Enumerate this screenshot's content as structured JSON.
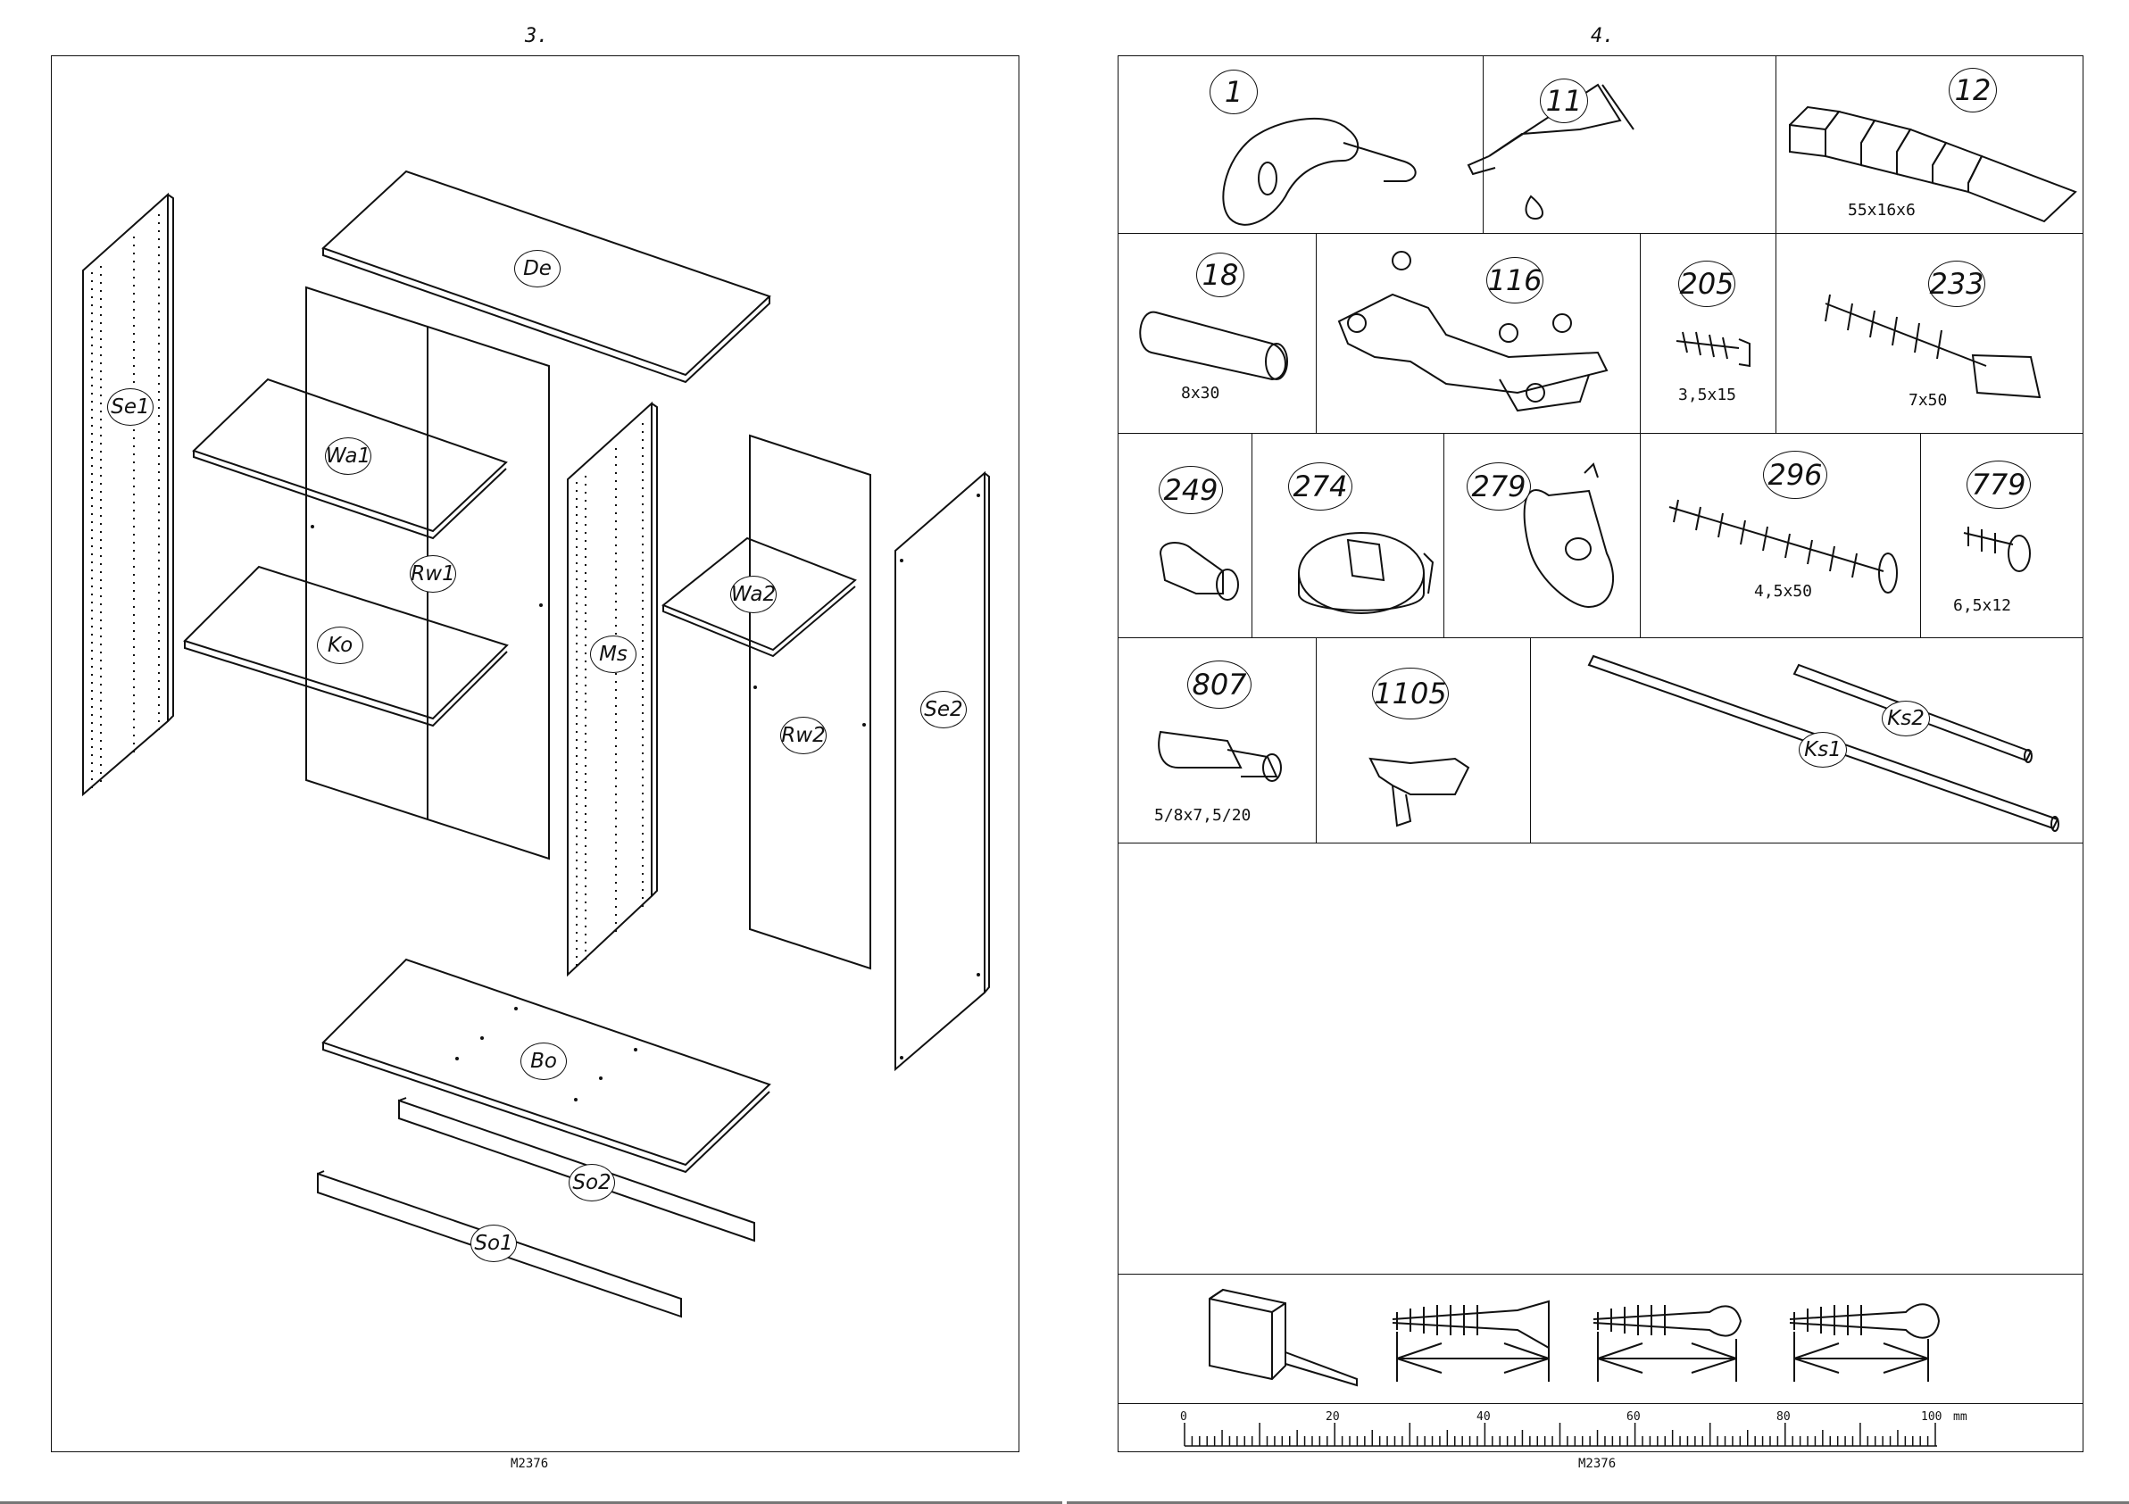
{
  "left_page": {
    "number": "3.",
    "code": "M2376",
    "parts": [
      "De",
      "Se1",
      "Wa1",
      "Rw1",
      "Ko",
      "Ms",
      "Wa2",
      "Rw2",
      "Se2",
      "Bo",
      "So2",
      "So1"
    ]
  },
  "right_page": {
    "number": "4.",
    "code": "M2376",
    "hardware": [
      {
        "id": "1",
        "size": ""
      },
      {
        "id": "11",
        "size": ""
      },
      {
        "id": "12",
        "size": "55x16x6"
      },
      {
        "id": "18",
        "size": "8x30"
      },
      {
        "id": "116",
        "size": ""
      },
      {
        "id": "205",
        "size": "3,5x15"
      },
      {
        "id": "233",
        "size": "7x50"
      },
      {
        "id": "249",
        "size": ""
      },
      {
        "id": "274",
        "size": ""
      },
      {
        "id": "279",
        "size": ""
      },
      {
        "id": "296",
        "size": "4,5x50"
      },
      {
        "id": "779",
        "size": "6,5x12"
      },
      {
        "id": "807",
        "size": "5/8x7,5/20"
      },
      {
        "id": "1105",
        "size": ""
      }
    ],
    "rods": [
      "Ks2",
      "Ks1"
    ],
    "ruler": {
      "labels": [
        "0",
        "20",
        "40",
        "60",
        "80",
        "100"
      ],
      "unit": "mm"
    }
  }
}
